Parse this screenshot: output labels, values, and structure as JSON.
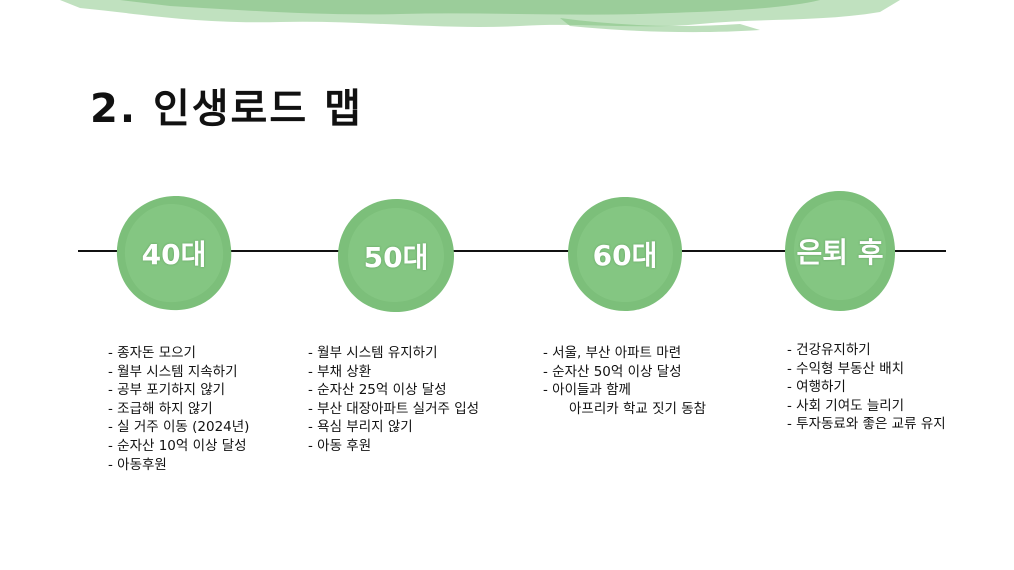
{
  "title": "2. 인생로드 맵",
  "colors": {
    "blob": "#7cbf7a",
    "blob_dark": "#5fa75e",
    "brush": "#8cc98a",
    "line": "#111111"
  },
  "stages": [
    {
      "label": "40대",
      "items": [
        "- 종자돈 모으기",
        "- 월부 시스템 지속하기",
        "- 공부 포기하지 않기",
        "- 조급해 하지 않기",
        "- 실 거주 이동 (2024년)",
        "- 순자산 10억 이상 달성",
        "- 아동후원"
      ]
    },
    {
      "label": "50대",
      "items": [
        "- 월부 시스템 유지하기",
        "- 부채 상환",
        "- 순자산 25억 이상 달성",
        "- 부산 대장아파트 실거주 입성",
        "- 욕심 부리지 않기",
        "- 아동 후원"
      ]
    },
    {
      "label": "60대",
      "items": [
        "- 서울, 부산 아파트 마련",
        "- 순자산 50억 이상 달성",
        "- 아이들과 함께",
        "아프리카 학교 짓기 동참"
      ]
    },
    {
      "label": "은퇴 후",
      "items": [
        "- 건강유지하기",
        "- 수익형 부동산 배치",
        "- 여행하기",
        "- 사회 기여도 늘리기",
        "- 투자동료와 좋은 교류 유지"
      ]
    }
  ]
}
